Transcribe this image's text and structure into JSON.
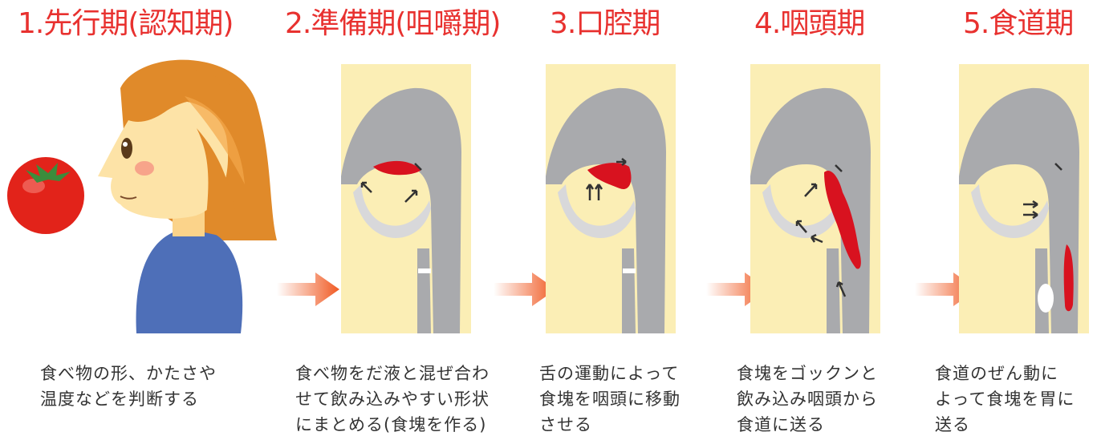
{
  "stages": [
    {
      "title": "1.先行期(認知期)",
      "description": [
        "食べ物の形、かたさや",
        "温度などを判断する"
      ]
    },
    {
      "title": "2.準備期(咀嚼期)",
      "description": [
        "食べ物をだ液と混ぜ合わ",
        "せて飲み込みやすい形状",
        "にまとめる(食塊を作る)"
      ]
    },
    {
      "title": "3.口腔期",
      "description": [
        "舌の運動によって",
        "食塊を咽頭に移動",
        "させる"
      ]
    },
    {
      "title": "4.咽頭期",
      "description": [
        "食塊をゴックンと",
        "飲み込み咽頭から",
        "食道に送る"
      ]
    },
    {
      "title": "5.食道期",
      "description": [
        "食道のぜん動に",
        "よって食塊を胃に",
        "送る"
      ]
    }
  ],
  "colors": {
    "title_red": "#e8312f",
    "bolus_red": "#d8121f",
    "panel_yellow": "#fbeeb5",
    "anatomy_gray": "#a9aaad",
    "arrow_orange": "#f05a23",
    "text": "#333333"
  }
}
